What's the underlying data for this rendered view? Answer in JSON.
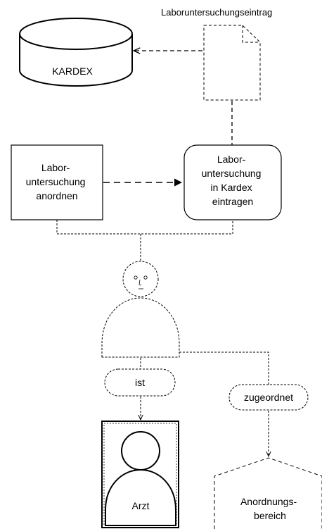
{
  "kardex_label": "KARDEX",
  "document_label": "Laboruntersuchungseintrag",
  "process_order": [
    "Labor-",
    "untersuchung",
    "anordnen"
  ],
  "process_enter": [
    "Labor-",
    "untersuchung",
    "in Kardex",
    "eintragen"
  ],
  "relation_is": "ist",
  "relation_assigned": "zugeordnet",
  "role_label": "Arzt",
  "area_label": [
    "Anordnungs-",
    "bereich"
  ]
}
